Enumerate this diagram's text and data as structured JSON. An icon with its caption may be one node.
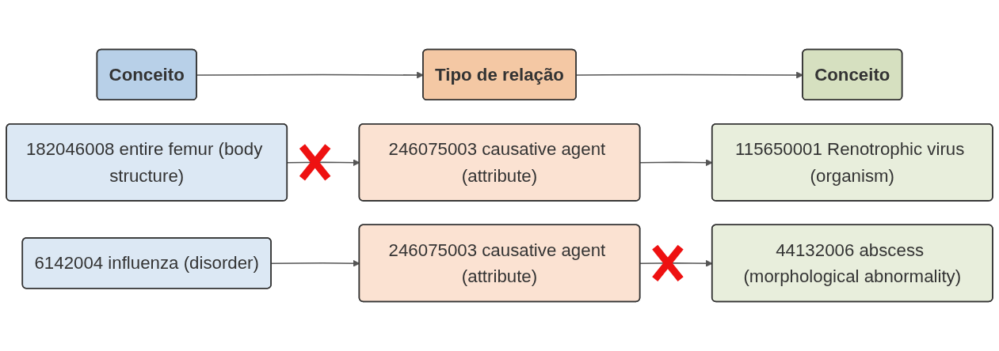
{
  "diagram": {
    "nodes": [
      {
        "text": [
          "Conceito"
        ]
      },
      {
        "text": [
          "Tipo de relação"
        ]
      },
      {
        "text": [
          "Conceito"
        ]
      },
      {
        "text": [
          "182046008 entire femur (body structure)"
        ]
      },
      {
        "text": [
          "246075003 causative agent (attribute)"
        ]
      },
      {
        "text": [
          "115650001 Renotrophic virus (organism)"
        ]
      },
      {
        "text": [
          "6142004 influenza (disorder)"
        ]
      },
      {
        "text": [
          "246075003 causative agent (attribute)"
        ]
      },
      {
        "text": [
          "44132006 abscess (morphological abnormality)"
        ]
      }
    ],
    "edges": [
      {
        "from": 0,
        "to": 1,
        "arrow": "to"
      },
      {
        "from": 1,
        "to": 2,
        "arrow": "to"
      },
      {
        "from": 3,
        "to": 4,
        "arrow": "to"
      },
      {
        "from": 4,
        "to": 5,
        "arrow": "to"
      },
      {
        "from": 6,
        "to": 7,
        "arrow": "to"
      },
      {
        "from": 7,
        "to": 8,
        "arrow": "to"
      }
    ]
  }
}
